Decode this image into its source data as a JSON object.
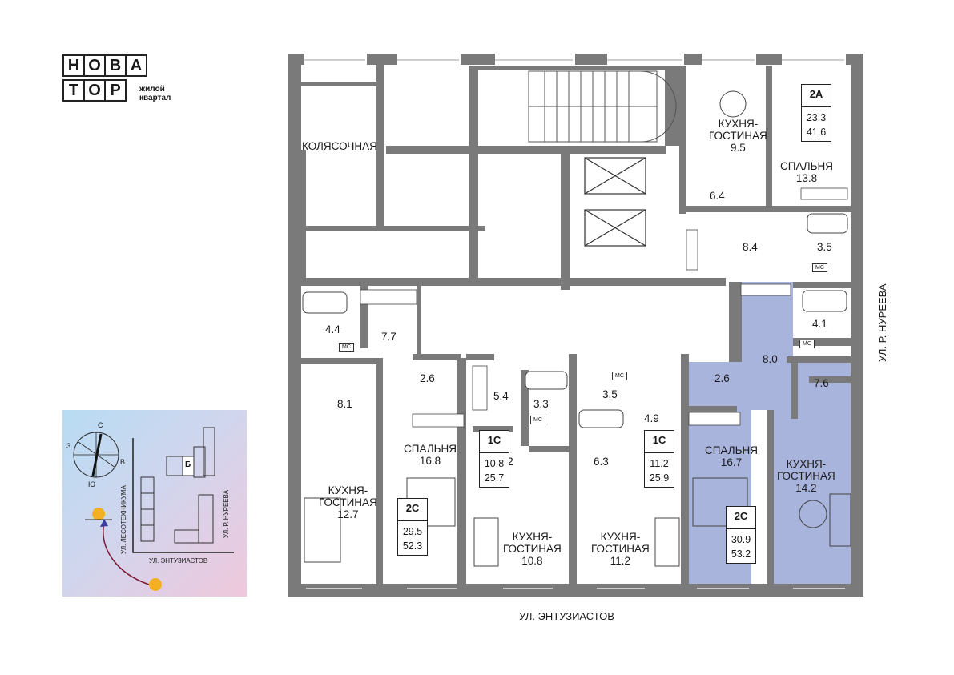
{
  "logo": {
    "row1": [
      "Н",
      "О",
      "В",
      "А"
    ],
    "row2": [
      "Т",
      "О",
      "Р"
    ],
    "sub1": "жилой",
    "sub2": "квартал"
  },
  "rooms": {
    "kolyasochnaya": "КОЛЯСОЧНАЯ",
    "kitchen_2a": {
      "l1": "КУХНЯ-",
      "l2": "ГОСТИНАЯ",
      "area": "9.5"
    },
    "bedroom_2a": {
      "l1": "СПАЛЬНЯ",
      "area": "13.8"
    },
    "bedroom_2c_left": {
      "l1": "СПАЛЬНЯ",
      "area": "16.8"
    },
    "kitchen_left": {
      "l1": "КУХНЯ-",
      "l2": "ГОСТИНАЯ",
      "area": "12.7"
    },
    "kitchen_1c_a": {
      "l1": "КУХНЯ-",
      "l2": "ГОСТИНАЯ",
      "area": "10.8"
    },
    "kitchen_1c_b": {
      "l1": "КУХНЯ-",
      "l2": "ГОСТИНАЯ",
      "area": "11.2"
    },
    "bedroom_2c_right": {
      "l1": "СПАЛЬНЯ",
      "area": "16.7"
    },
    "kitchen_right": {
      "l1": "КУХНЯ-",
      "l2": "ГОСТИНАЯ",
      "area": "14.2"
    }
  },
  "areas": {
    "a64": "6.4",
    "a84": "8.4",
    "a35top": "3.5",
    "a44": "4.4",
    "a77": "7.7",
    "a41": "4.1",
    "a80": "8.0",
    "a76": "7.6",
    "a81": "8.1",
    "a26l": "2.6",
    "a54": "5.4",
    "a33": "3.3",
    "a35mid": "3.5",
    "a49": "4.9",
    "a62": "6.2",
    "a63": "6.3",
    "a26r": "2.6"
  },
  "ms_label": "МС",
  "tags": {
    "t2a": {
      "type": "2А",
      "v1": "23.3",
      "v2": "41.6"
    },
    "t1c_a": {
      "type": "1С",
      "v1": "10.8",
      "v2": "25.7"
    },
    "t1c_b": {
      "type": "1С",
      "v1": "11.2",
      "v2": "25.9"
    },
    "t2c_left": {
      "type": "2С",
      "v1": "29.5",
      "v2": "52.3"
    },
    "t2c_right": {
      "type": "2С",
      "v1": "30.9",
      "v2": "53.2"
    }
  },
  "streets": {
    "bottom": "УЛ. ЭНТУЗИАСТОВ",
    "right": "УЛ. Р. НУРЕЕВА"
  },
  "minimap": {
    "north": "С",
    "south": "Ю",
    "west": "З",
    "east": "В",
    "building": "Б",
    "street_left": "УЛ. ЛЕСОТЕХНИКУМА",
    "street_right": "УЛ. Р. НУРЕЕВА",
    "street_bottom": "УЛ. ЭНТУЗИАСТОВ"
  },
  "colors": {
    "wall": "#7a7a7a",
    "highlight": "#a9b4dd",
    "ink": "#1a1a1a"
  }
}
